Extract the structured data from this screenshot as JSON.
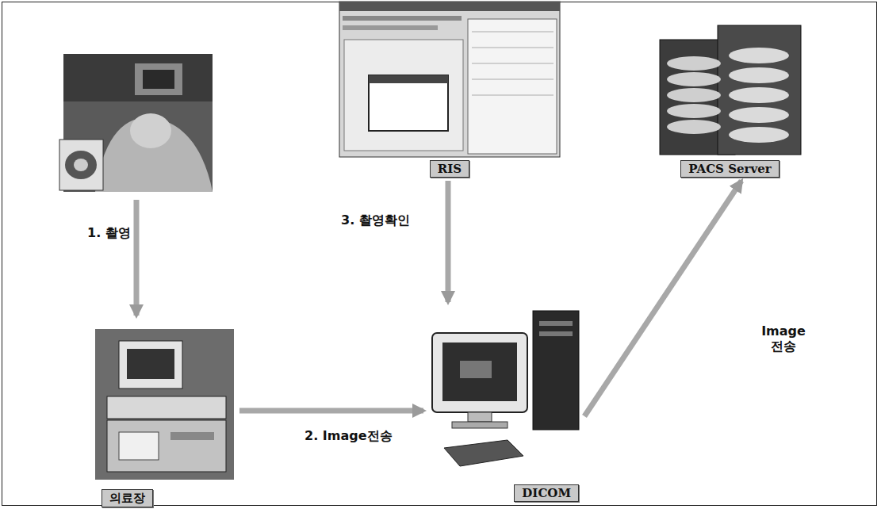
{
  "diagram": {
    "nodes": [
      {
        "text": [
          "RIS"
        ]
      },
      {
        "text": [
          "PACS Server"
        ]
      },
      {
        "text": [
          "의료장"
        ]
      },
      {
        "text": [
          "DICOM"
        ]
      }
    ],
    "edges": [
      {
        "from": 2,
        "to": 3,
        "label": "2. Image전송",
        "arrow": "to"
      },
      {
        "from": 0,
        "to": 3,
        "label": "3. 촬영확인",
        "arrow": "to"
      },
      {
        "from": 3,
        "to": 1,
        "label": "Image 전송",
        "arrow": "to"
      }
    ],
    "labels": [
      "1. 촬영"
    ]
  }
}
